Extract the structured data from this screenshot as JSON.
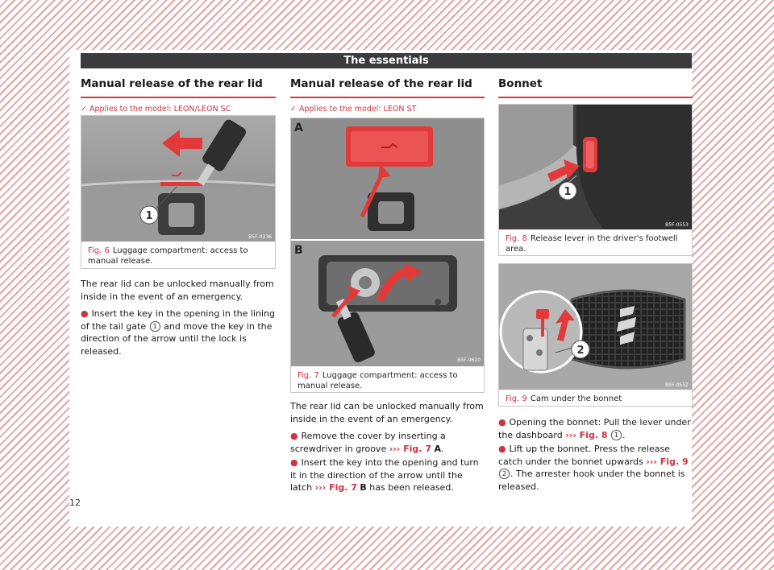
{
  "header": {
    "title": "The essentials"
  },
  "page_number": "12",
  "col1": {
    "title": "Manual release of the rear lid",
    "applies": "Applies to the model: LEON/LEON SC",
    "figure": {
      "code": "B5F-0336",
      "callout": "1",
      "caption_num": "Fig. 6",
      "caption": "Luggage compartment: access to manual release."
    },
    "para": "The rear lid can be unlocked manually from inside in the event of an emergency.",
    "bullet1_a": "Insert the key in the opening in the lining of the tail gate",
    "bullet1_ref": "1",
    "bullet1_b": "and move the key in the direction of the arrow until the lock is released."
  },
  "col2": {
    "title": "Manual release of the rear lid",
    "applies": "Applies to the model: LEON ST",
    "figure": {
      "code": "B5F-0620",
      "label_a": "A",
      "label_b": "B",
      "caption_num": "Fig. 7",
      "caption": "Luggage compartment: access to manual release."
    },
    "para": "The rear lid can be unlocked manually from inside in the event of an emergency.",
    "bullet1_a": "Remove the cover by inserting a screwdriver in groove",
    "bullet1_ref": "››› Fig. 7",
    "bullet1_bold": "A",
    "bullet2_a": "Insert the key into the opening and turn it in the direction of the arrow until the latch",
    "bullet2_ref": "››› Fig. 7",
    "bullet2_bold": "B",
    "bullet2_b": "has been released."
  },
  "col3": {
    "title": "Bonnet",
    "figure8": {
      "code": "B5F-0553",
      "callout": "1",
      "caption_num": "Fig. 8",
      "caption": "Release lever in the driver's footwell area."
    },
    "figure9": {
      "code": "B5F-0552",
      "callout": "2",
      "caption_num": "Fig. 9",
      "caption": "Cam under the bonnet"
    },
    "bullet1_a": "Opening the bonnet: Pull the lever under the dashboard",
    "bullet1_ref": "››› Fig. 8",
    "bullet1_num": "1",
    "bullet2_a": "Lift up the bonnet. Press the release catch under the bonnet upwards",
    "bullet2_ref": "››› Fig. 9",
    "bullet2_num": "2",
    "bullet2_b": "The arrester hook under the bonnet is released."
  },
  "colors": {
    "accent": "#cc3344",
    "header_bg": "#3b3b3b",
    "hatch": "#e4a3a3"
  }
}
